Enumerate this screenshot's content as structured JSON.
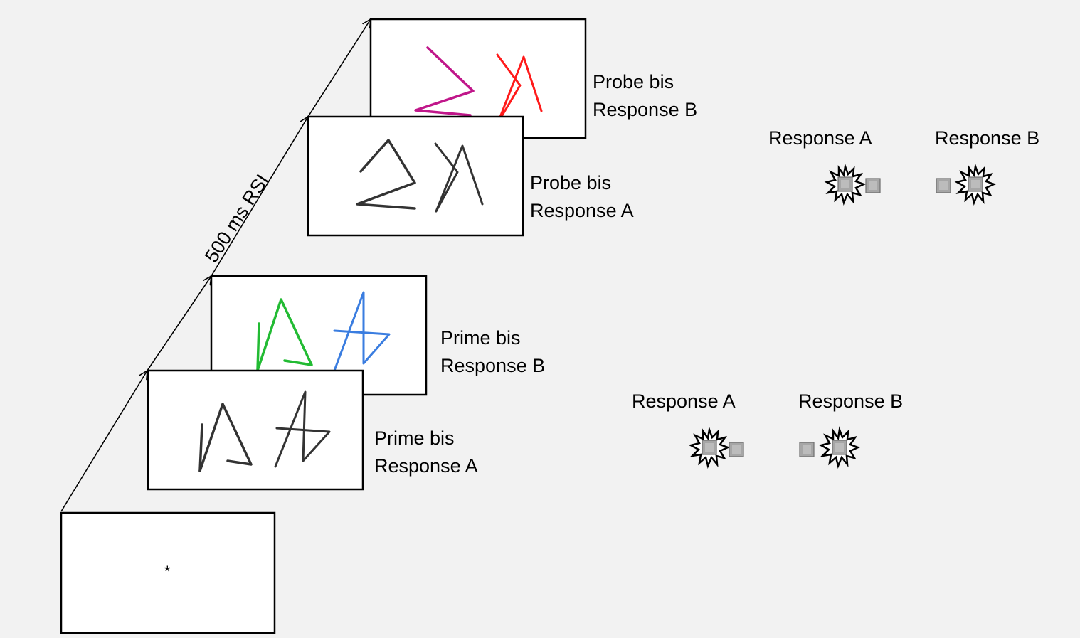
{
  "fixation_symbol": "*",
  "rsi_label": "500 ms RSI",
  "frames": {
    "probe_b": {
      "line1": "Probe bis",
      "line2": "Response B",
      "colors": [
        "#c0168a",
        "#ff1a1a"
      ]
    },
    "probe_a": {
      "line1": "Probe bis",
      "line2": "Response A",
      "colors": [
        "#333333",
        "#333333"
      ]
    },
    "prime_b": {
      "line1": "Prime bis",
      "line2": "Response B",
      "colors": [
        "#22bb33",
        "#3a7de0"
      ]
    },
    "prime_a": {
      "line1": "Prime bis",
      "line2": "Response A",
      "colors": [
        "#333333",
        "#333333"
      ]
    }
  },
  "responses": {
    "upper": {
      "a": "Response A",
      "b": "Response B"
    },
    "lower": {
      "a": "Response A",
      "b": "Response B"
    }
  }
}
